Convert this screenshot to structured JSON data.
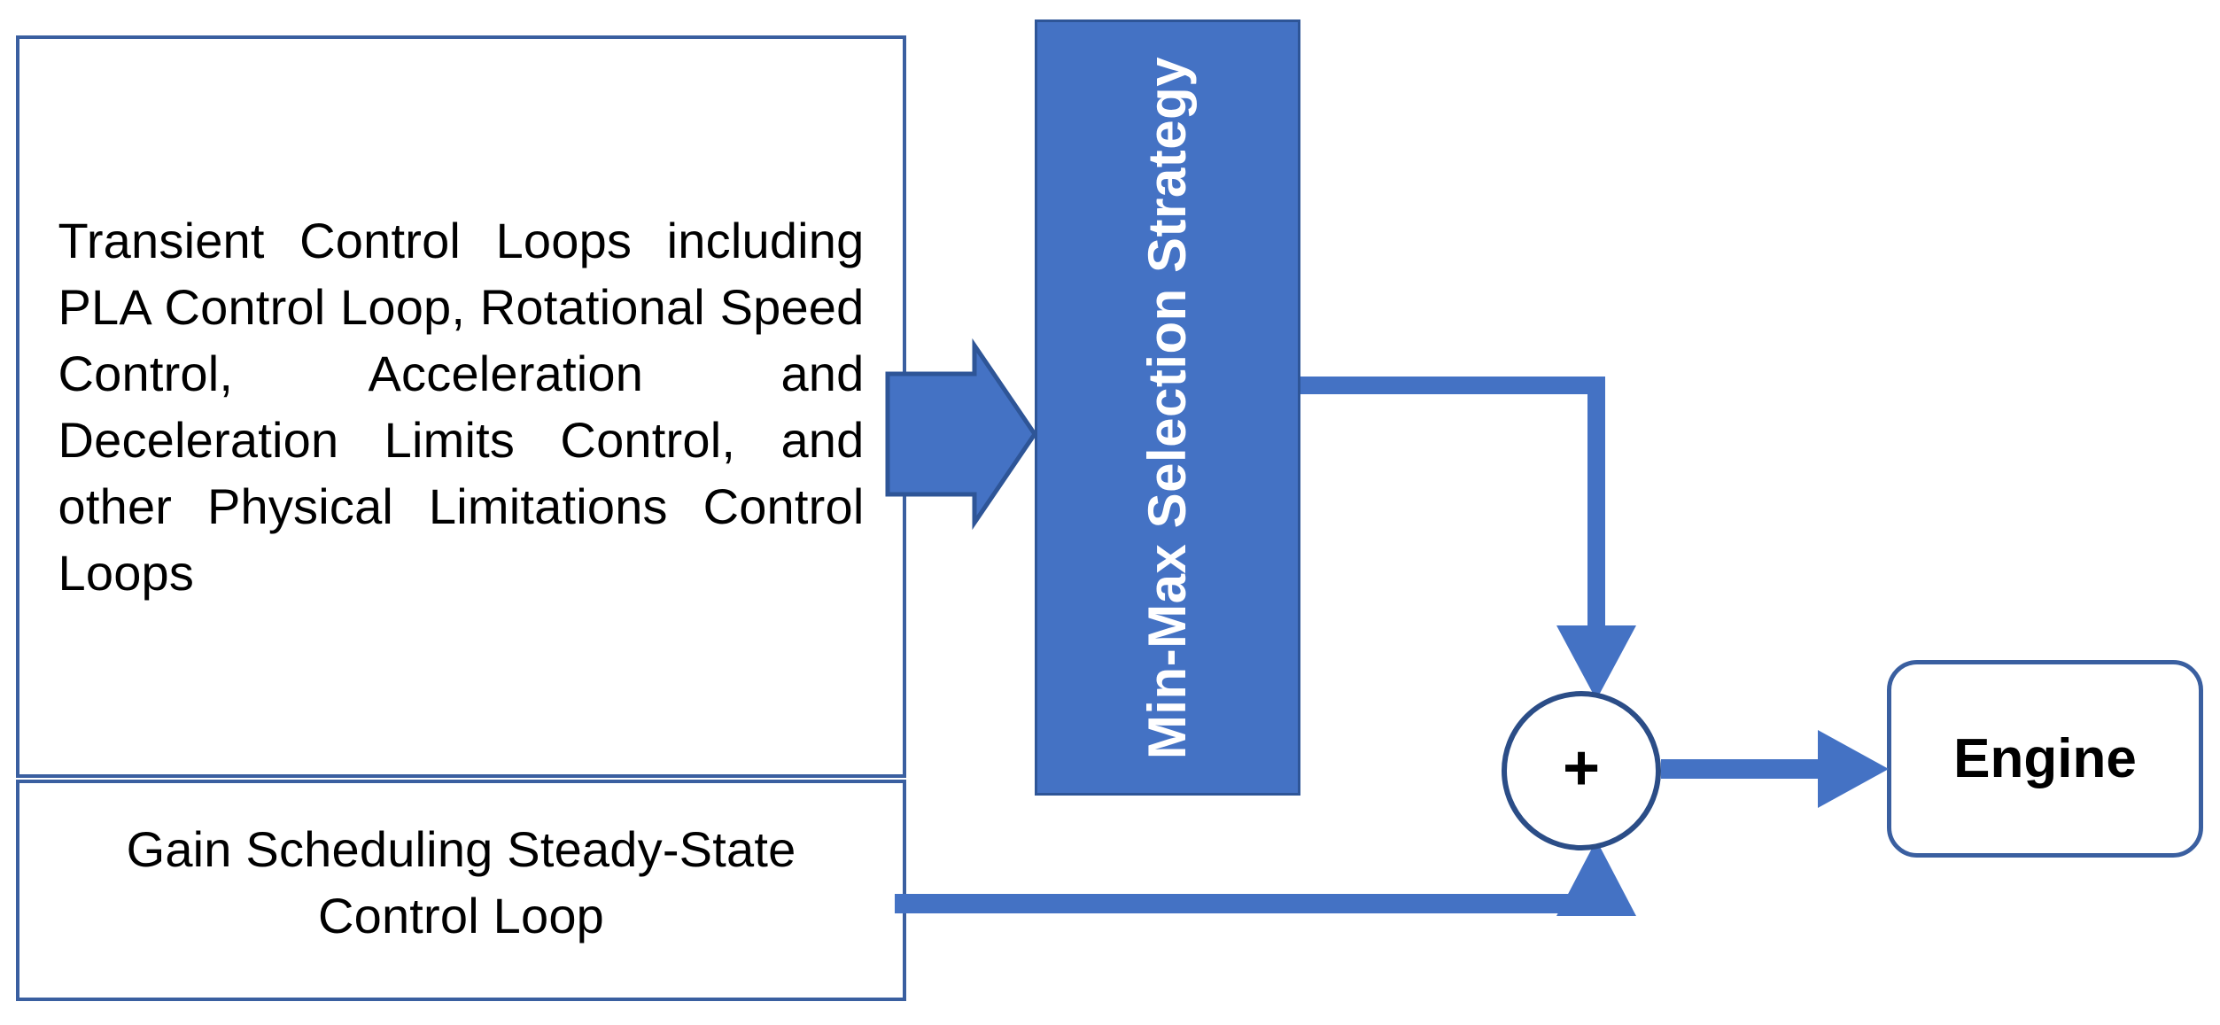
{
  "diagram": {
    "title": "Engine Control Architecture Block Diagram",
    "colors": {
      "accent_blue": "#4472C4",
      "border_blue": "#3A5FA0",
      "dark_blue": "#2B4D87",
      "background": "#FFFFFF",
      "text": "#000000"
    },
    "blocks": {
      "transient_control": {
        "label": "Transient Control Loops including PLA Control Loop, Rotational Speed Control, Acceleration and Deceleration Limits Control, and other Physical Limitations Control Loops"
      },
      "gain_scheduling": {
        "label": "Gain Scheduling Steady-State Control Loop"
      },
      "min_max_strategy": {
        "label": "Min-Max Selection Strategy"
      },
      "summing_junction": {
        "label": "+"
      },
      "engine": {
        "label": "Engine"
      }
    },
    "connectors": [
      {
        "name": "transient-to-minmax",
        "type": "block-arrow",
        "from": "transient_control",
        "to": "min_max_strategy"
      },
      {
        "name": "minmax-to-sum",
        "type": "elbow-arrow",
        "from": "min_max_strategy",
        "to": "summing_junction"
      },
      {
        "name": "gain-to-sum",
        "type": "elbow-arrow",
        "from": "gain_scheduling",
        "to": "summing_junction"
      },
      {
        "name": "sum-to-engine",
        "type": "straight-arrow",
        "from": "summing_junction",
        "to": "engine"
      }
    ]
  }
}
